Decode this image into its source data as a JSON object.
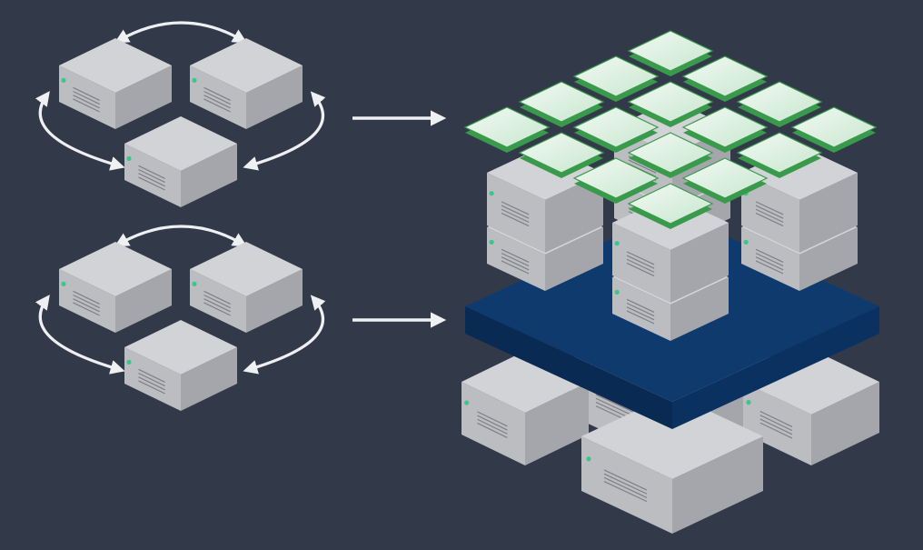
{
  "diagram": {
    "left_groups": [
      {
        "name": "cluster-top",
        "nodes": [
          "server",
          "server",
          "server"
        ],
        "connections": "circular-bidirectional",
        "output_arrow_direction": "right"
      },
      {
        "name": "cluster-bottom",
        "nodes": [
          "server",
          "server",
          "server"
        ],
        "connections": "circular-bidirectional",
        "output_arrow_direction": "right"
      }
    ],
    "stack": {
      "layers": [
        {
          "name": "tile-grid",
          "rows": 4,
          "cols": 4
        },
        {
          "name": "server-block-grid",
          "rows": 2,
          "cols": 2,
          "levels": 2
        },
        {
          "name": "platform"
        },
        {
          "name": "base-servers",
          "count": 4
        }
      ]
    }
  },
  "colors": {
    "background": "#323a4a",
    "server_top": "#d2d3d6",
    "server_left": "#bcbdc1",
    "server_right": "#a5a6ab",
    "status_led": "#3cc78a",
    "tile_fill": "#dff1e2",
    "tile_edge": "#3a9a4c",
    "platform_top": "#0e3a6e",
    "platform_side": "#092a52",
    "arrow": "#eef0f2"
  }
}
